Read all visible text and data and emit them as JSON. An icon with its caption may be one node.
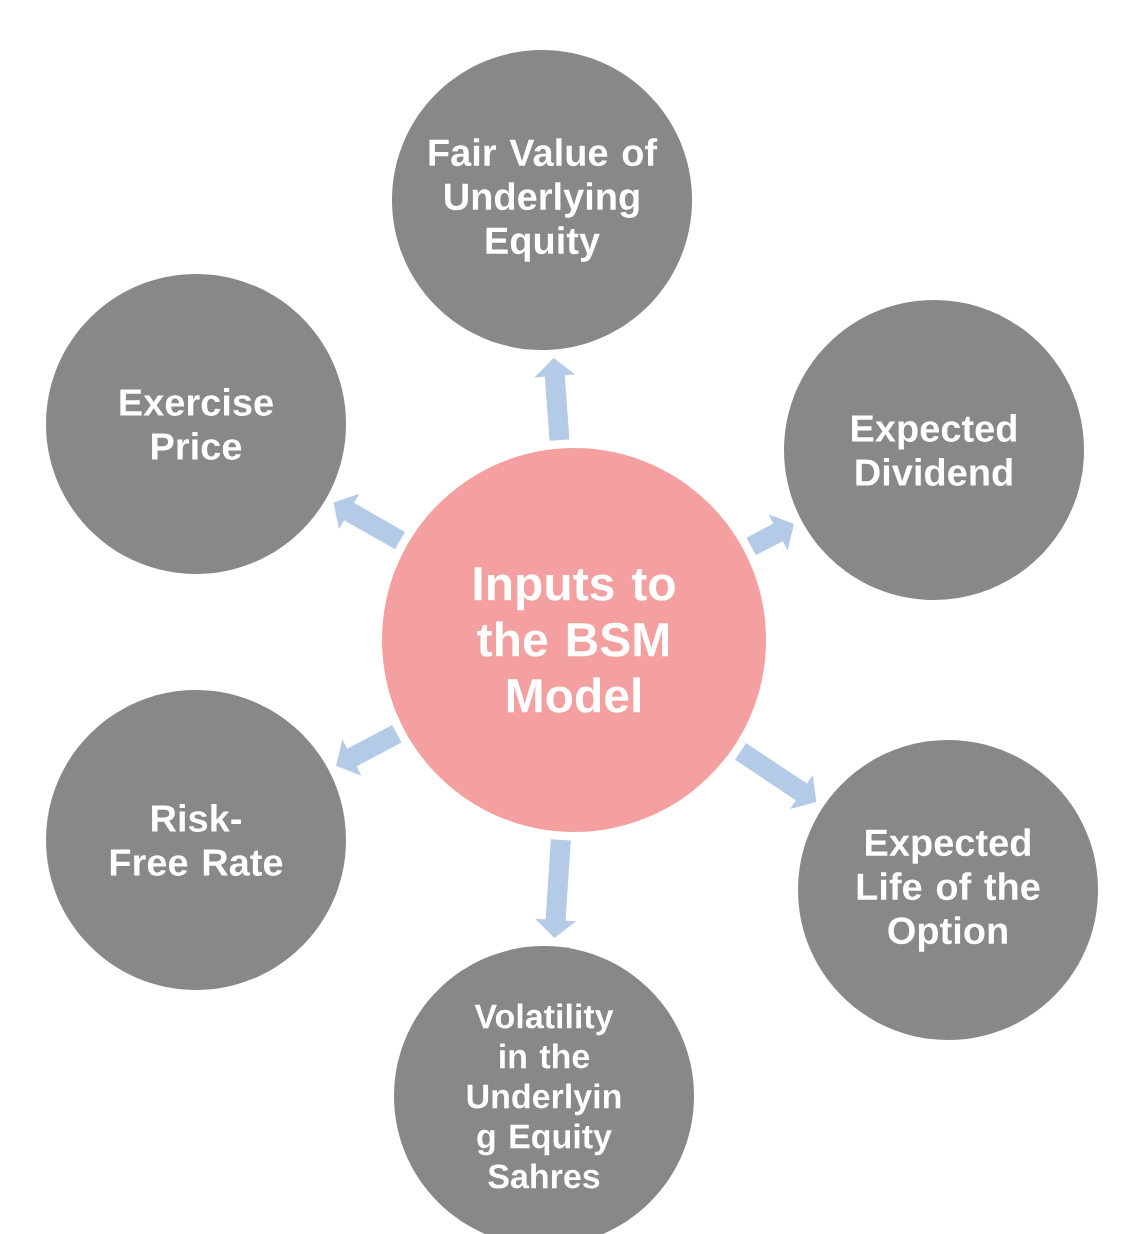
{
  "diagram": {
    "nodes": [
      {
        "text": [
          "Inputs to the BSM Model"
        ]
      },
      {
        "text": [
          "Fair Value of Underlying Equity"
        ]
      },
      {
        "text": [
          "Expected Dividend"
        ]
      },
      {
        "text": [
          "Expected Life of the Option"
        ]
      },
      {
        "text": [
          "Volatility in the Underlyin g Equity Sahres"
        ]
      },
      {
        "text": [
          "Risk- Free Rate"
        ]
      },
      {
        "text": [
          "Exercise Price"
        ]
      }
    ],
    "edges": [
      {
        "from": 0,
        "to": 1,
        "arrow": "to"
      },
      {
        "from": 0,
        "to": 2,
        "arrow": "to"
      },
      {
        "from": 0,
        "to": 3,
        "arrow": "to"
      },
      {
        "from": 0,
        "to": 4,
        "arrow": "to"
      },
      {
        "from": 0,
        "to": 5,
        "arrow": "to"
      },
      {
        "from": 0,
        "to": 6,
        "arrow": "to"
      }
    ]
  }
}
